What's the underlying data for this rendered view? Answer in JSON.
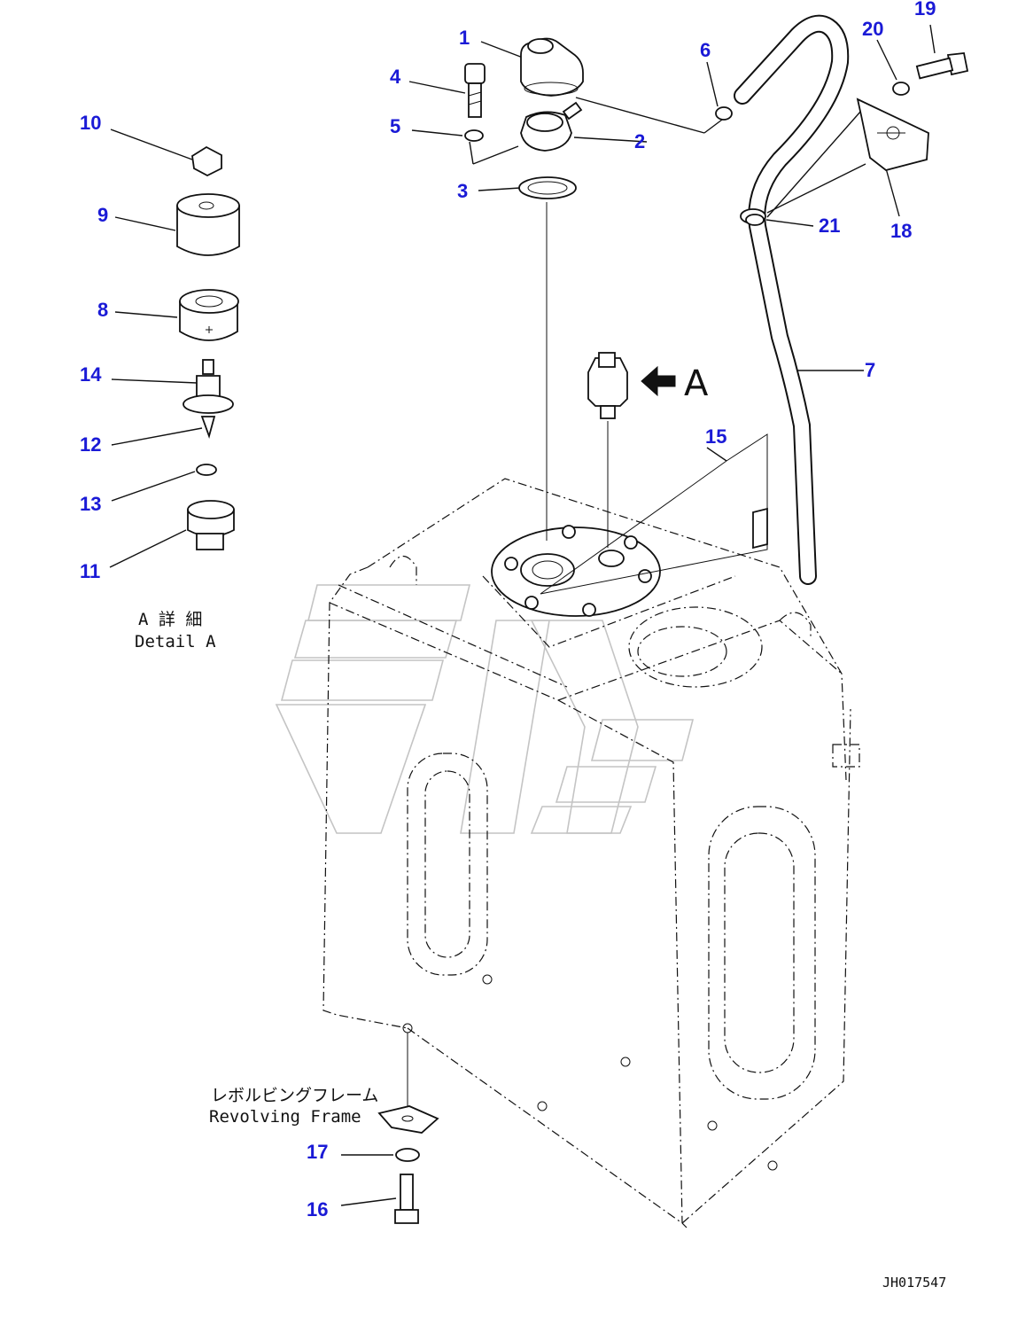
{
  "callouts": [
    {
      "id": "1",
      "label": "1"
    },
    {
      "id": "2",
      "label": "2"
    },
    {
      "id": "3",
      "label": "3"
    },
    {
      "id": "4",
      "label": "4"
    },
    {
      "id": "5",
      "label": "5"
    },
    {
      "id": "6",
      "label": "6"
    },
    {
      "id": "7",
      "label": "7"
    },
    {
      "id": "8",
      "label": "8"
    },
    {
      "id": "9",
      "label": "9"
    },
    {
      "id": "10",
      "label": "10"
    },
    {
      "id": "11",
      "label": "11"
    },
    {
      "id": "12",
      "label": "12"
    },
    {
      "id": "13",
      "label": "13"
    },
    {
      "id": "14",
      "label": "14"
    },
    {
      "id": "15",
      "label": "15"
    },
    {
      "id": "16",
      "label": "16"
    },
    {
      "id": "17",
      "label": "17"
    },
    {
      "id": "18",
      "label": "18"
    },
    {
      "id": "19",
      "label": "19"
    },
    {
      "id": "20",
      "label": "20"
    },
    {
      "id": "21",
      "label": "21"
    }
  ],
  "view_arrow": {
    "label": "A"
  },
  "detail_a": {
    "jp": "A 詳 細",
    "en": "Detail A"
  },
  "revolving_frame": {
    "jp": "レボルビングフレーム",
    "en": "Revolving Frame"
  },
  "drawing_number": "JH017547",
  "colors": {
    "callout": "#1a1ad6",
    "line": "#111111",
    "watermark": "#c4c4c4"
  }
}
